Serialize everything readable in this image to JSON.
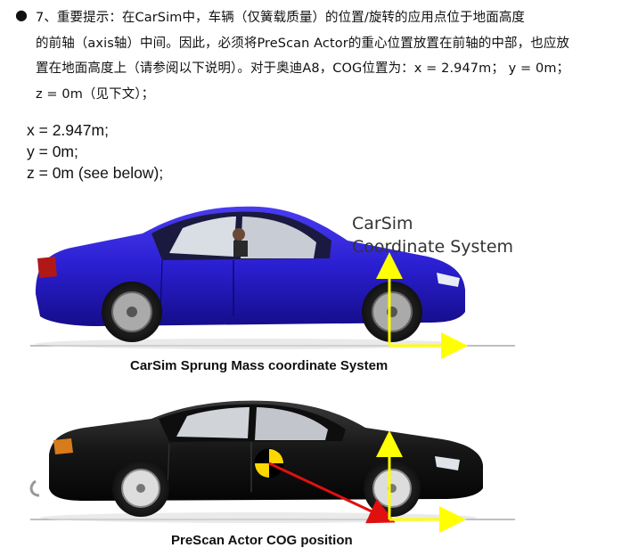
{
  "bullet": {
    "line1": "7、重要提示：在CarSim中，车辆（仅簧载质量）的位置/旋转的应用点位于地面高度",
    "line2": "的前轴（axis轴）中间。因此，必须将PreScan Actor的重心位置放置在前轴的中部，也应放",
    "line3": "置在地面高度上（请参阅以下说明）。对于奥迪A8，COG位置为：x = 2.947m； y = 0m；",
    "line4": "z = 0m（见下文）；"
  },
  "coords": {
    "x": "x = 2.947m;",
    "y": "y = 0m;",
    "z": "z = 0m (see below);"
  },
  "figure1": {
    "label_line1": "CarSim",
    "label_line2": "Coordinate System",
    "caption": "CarSim Sprung Mass coordinate System",
    "car_color": "#2a1fd0",
    "axis_color": "#ffff00"
  },
  "figure2": {
    "caption": "PreScan Actor COG position",
    "car_color": "#151515",
    "arrow_color": "#e01010"
  }
}
